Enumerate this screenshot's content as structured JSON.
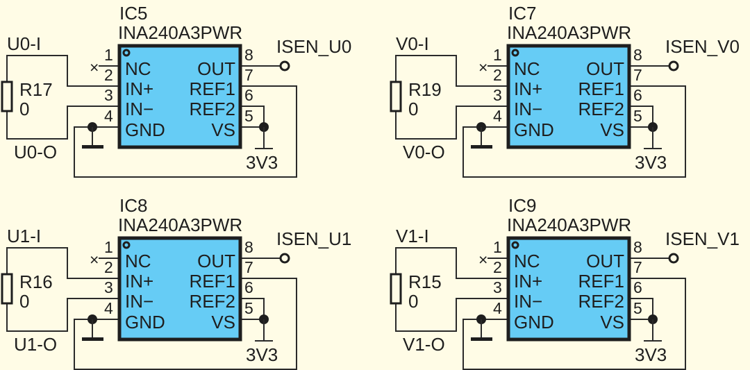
{
  "colors": {
    "background": "#FFFCE6",
    "ic_fill": "#66CCF5",
    "ink": "#1e1e1e"
  },
  "pin_names_left": [
    "NC",
    "IN+",
    "IN−",
    "GND"
  ],
  "pin_names_right": [
    "OUT",
    "REF1",
    "REF2",
    "VS"
  ],
  "pin_numbers_left": [
    "1",
    "2",
    "3",
    "4"
  ],
  "pin_numbers_right": [
    "8",
    "7",
    "6",
    "5"
  ],
  "supply_label": "3V3",
  "nc_marker": "×",
  "blocks": [
    {
      "ref": "IC5",
      "part": "INA240A3PWR",
      "resistor_ref": "R17",
      "resistor_value": "0",
      "input_net": "U0-I",
      "output_net": "U0-O",
      "sense_net": "ISEN_U0"
    },
    {
      "ref": "IC7",
      "part": "INA240A3PWR",
      "resistor_ref": "R19",
      "resistor_value": "0",
      "input_net": "V0-I",
      "output_net": "V0-O",
      "sense_net": "ISEN_V0"
    },
    {
      "ref": "IC8",
      "part": "INA240A3PWR",
      "resistor_ref": "R16",
      "resistor_value": "0",
      "input_net": "U1-I",
      "output_net": "U1-O",
      "sense_net": "ISEN_U1"
    },
    {
      "ref": "IC9",
      "part": "INA240A3PWR",
      "resistor_ref": "R15",
      "resistor_value": "0",
      "input_net": "V1-I",
      "output_net": "V1-O",
      "sense_net": "ISEN_V1"
    }
  ]
}
